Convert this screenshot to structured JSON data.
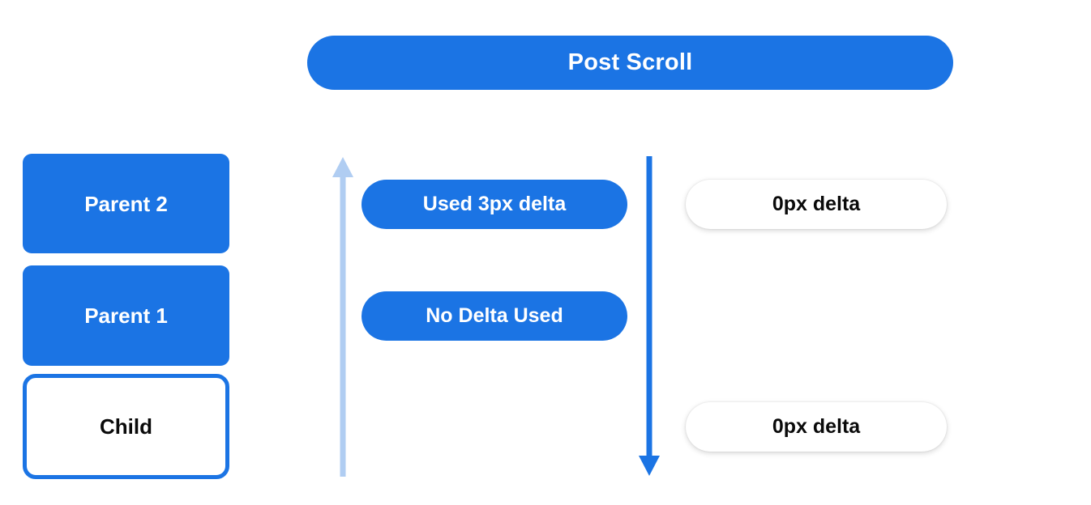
{
  "header": {
    "title": "Post Scroll"
  },
  "colors": {
    "primary_blue": "#1b74e4",
    "light_blue": "#b0cdf2",
    "text_white": "#ffffff",
    "text_black": "#0a0a0a",
    "background": "#ffffff"
  },
  "node_column": {
    "nodes": [
      {
        "label": "Parent 2",
        "style": "filled"
      },
      {
        "label": "Parent 1",
        "style": "filled"
      },
      {
        "label": "Child",
        "style": "outlined"
      }
    ]
  },
  "arrows": [
    {
      "name": "scroll-chain-up-arrow",
      "direction": "up",
      "color": "#b0cdf2"
    },
    {
      "name": "scroll-chain-down-arrow",
      "direction": "down",
      "color": "#1b74e4"
    }
  ],
  "middle_column": {
    "pills": [
      {
        "label": "Used 3px delta",
        "style": "blue"
      },
      {
        "label": "No Delta Used",
        "style": "blue"
      }
    ]
  },
  "right_column": {
    "pills": [
      {
        "label": "0px delta",
        "style": "white"
      },
      {
        "label": "0px delta",
        "style": "white"
      }
    ]
  }
}
